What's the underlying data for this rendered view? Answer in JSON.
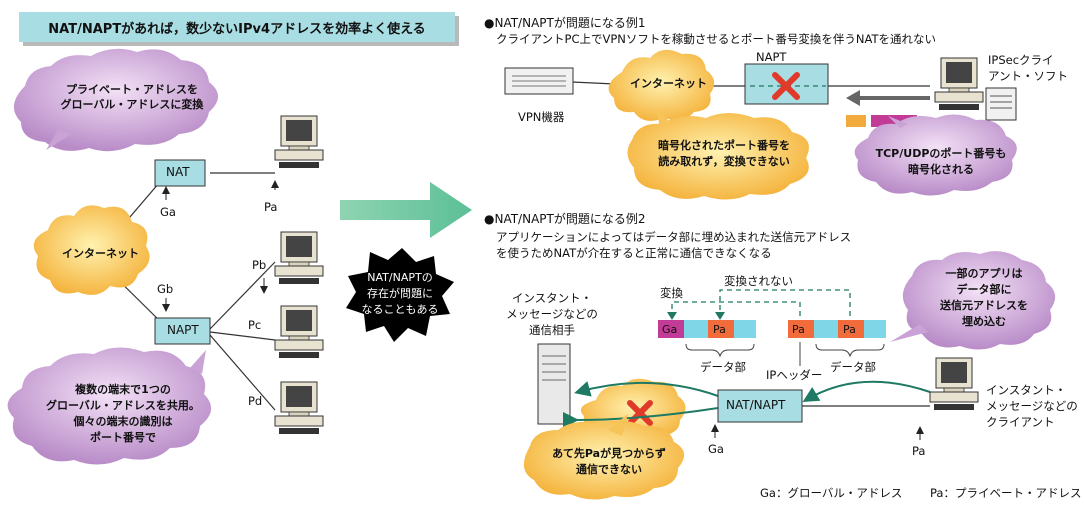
{
  "banner": "NAT/NAPTがあれば，数少ないIPv4アドレスを効率よく使える",
  "left": {
    "bubble_top": [
      "プライベート・アドレスを",
      "グローバル・アドレスに変換"
    ],
    "bubble_bottom": [
      "複数の端末で1つの",
      "グローバル・アドレスを共用。",
      "個々の端末の識別は",
      "ポート番号で"
    ],
    "internet": "インターネット",
    "nat": "NAT",
    "napt": "NAPT",
    "ga": "Ga",
    "gb": "Gb",
    "pa": "Pa",
    "pb": "Pb",
    "pc": "Pc",
    "pd": "Pd"
  },
  "middle": {
    "burst": [
      "NAT/NAPTの",
      "存在が問題に",
      "なることもある"
    ]
  },
  "example1": {
    "title": "●NAT/NAPTが問題になる例1",
    "subtitle": "クライアントPC上でVPNソフトを稼動させるとポート番号変換を伴うNATを通れない",
    "napt": "NAPT",
    "internet": "インターネット",
    "vpn": "VPN機器",
    "client": [
      "IPSecクライ",
      "アント・ソフト"
    ],
    "bubble_left": [
      "暗号化されたポート番号を",
      "読み取れず，変換できない"
    ],
    "bubble_right": [
      "TCP/UDPのポート番号も",
      "暗号化される"
    ],
    "colors": {
      "orange": "#f2aa3c",
      "magenta": "#c23b96"
    }
  },
  "example2": {
    "title": "●NAT/NAPTが問題になる例2",
    "subtitle1": "アプリケーションによってはデータ部に埋め込まれた送信元アドレス",
    "subtitle2": "を使うためNATが介在すると正常に通信できなくなる",
    "peer": [
      "インスタント・",
      "メッセージなどの",
      "通信相手"
    ],
    "client": [
      "インスタント・",
      "メッセージなどの",
      "クライアント"
    ],
    "napt": "NAT/NAPT",
    "henkan": "変換",
    "not_converted": "変換されない",
    "data_part": "データ部",
    "ip_header": "IPヘッダー",
    "ga": "Ga",
    "pa": "Pa",
    "bubble_right": [
      "一部のアプリは",
      "データ部に",
      "送信元アドレスを",
      "埋め込む"
    ],
    "bubble_bottom": [
      "あて先Paが見つからず",
      "通信できない"
    ]
  },
  "legend": {
    "ga": "Ga：グローバル・アドレス",
    "pa": "Pa：プライベート・アドレス"
  }
}
